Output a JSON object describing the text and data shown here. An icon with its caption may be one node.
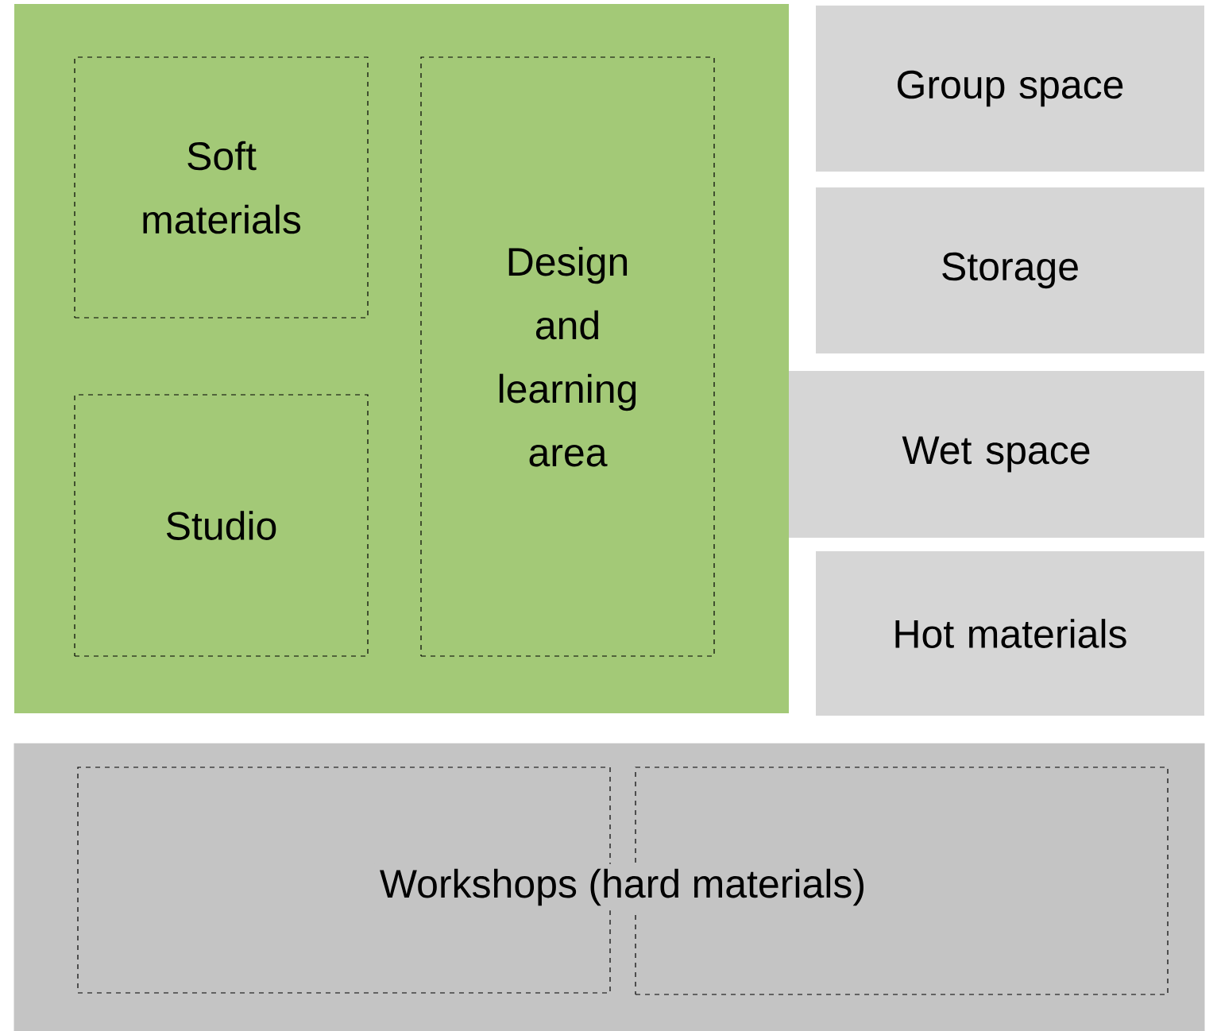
{
  "diagram": {
    "nodes": [
      {
        "text": [],
        "shape": "box"
      },
      {
        "text": [
          "Soft materials"
        ],
        "in": 0
      },
      {
        "text": [
          "Design and learning area"
        ],
        "in": 0
      },
      {
        "text": [
          "Studio"
        ],
        "in": 0
      },
      {
        "text": [
          "Group space"
        ]
      },
      {
        "text": [
          "Storage"
        ]
      },
      {
        "text": [
          "Wet space"
        ]
      },
      {
        "text": [
          "Hot materials"
        ]
      },
      {
        "text": [
          "Workshops (hard materials)"
        ]
      },
      {
        "text": [],
        "shape": "box",
        "in": 8
      },
      {
        "text": [],
        "shape": "box",
        "in": 8
      }
    ]
  }
}
